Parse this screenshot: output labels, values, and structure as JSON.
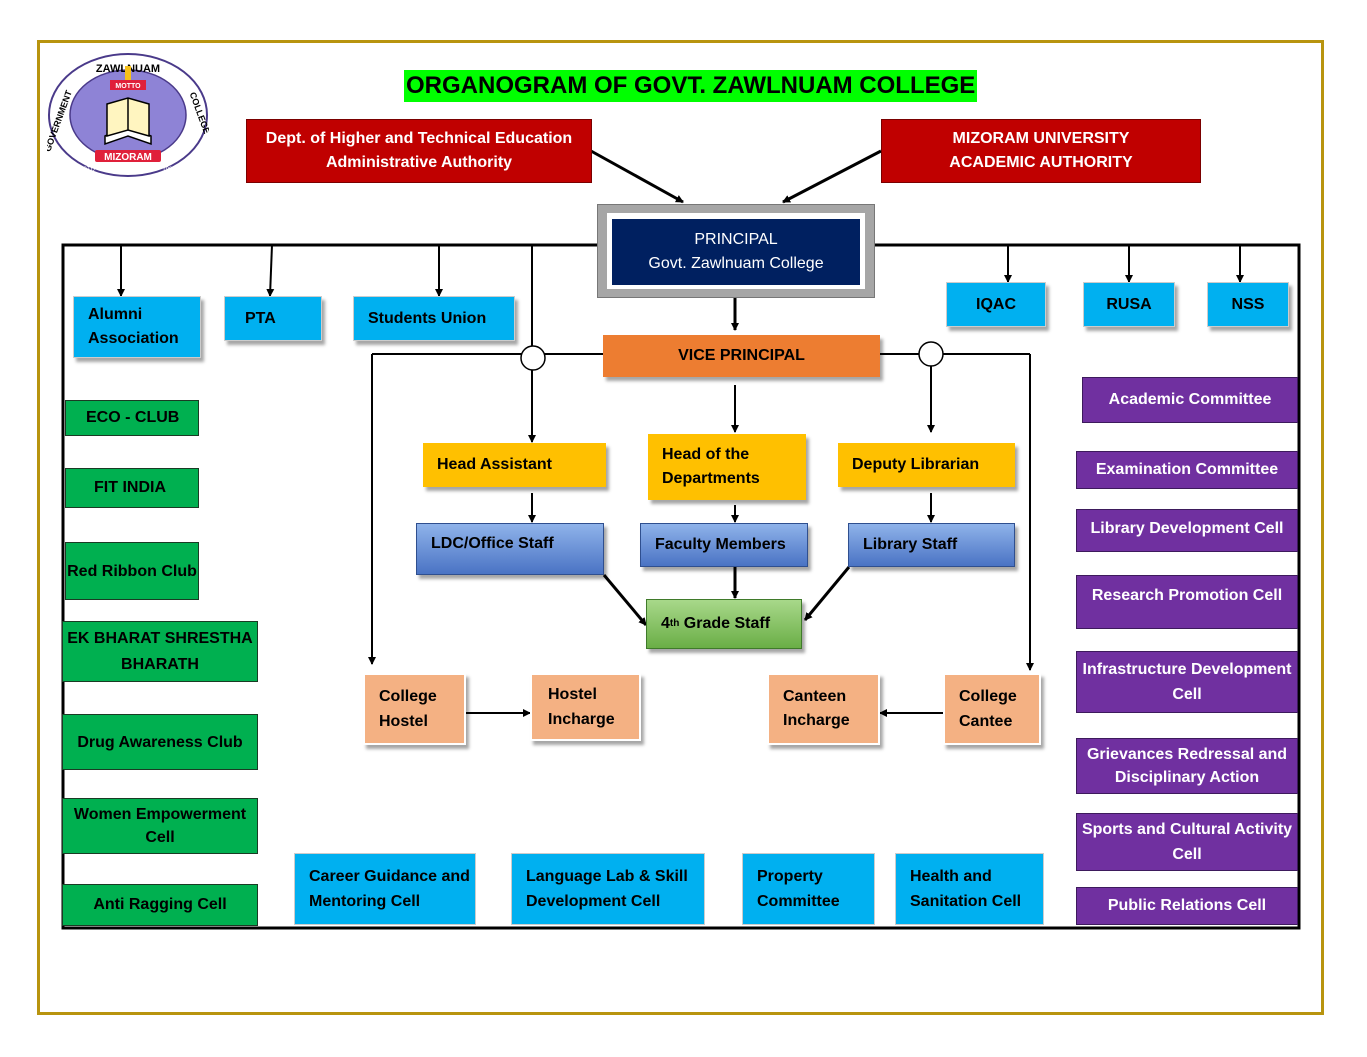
{
  "title": "ORGANOGRAM OF GOVT. ZAWLNUAM COLLEGE",
  "logo": {
    "top_text": "ZAWLNUAM",
    "left_text": "GOVERNMENT",
    "right_text": "COLLEGE",
    "motto": "MOTTO",
    "banner": "MIZORAM",
    "estd": "ESTD",
    "year": "1980"
  },
  "authorities": {
    "dept": {
      "line1": "Dept. of Higher and Technical Education",
      "line2": "Administrative Authority"
    },
    "university": {
      "line1": "MIZORAM UNIVERSITY",
      "line2": "ACADEMIC AUTHORITY"
    }
  },
  "principal": {
    "line1": "PRINCIPAL",
    "line2": "Govt. Zawlnuam College"
  },
  "vice_principal": "VICE PRINCIPAL",
  "top_units_left": [
    "Alumni Association",
    "PTA",
    "Students Union"
  ],
  "top_units_right": [
    "IQAC",
    "RUSA",
    "NSS"
  ],
  "middle": {
    "head_assistant": "Head Assistant",
    "hod": "Head of the Departments",
    "deputy_librarian": "Deputy Librarian",
    "ldc": "LDC/Office Staff",
    "faculty": "Faculty Members",
    "library_staff": "Library Staff",
    "fourth_grade_num": "4",
    "fourth_grade_sup": "th",
    "fourth_grade_rest": " Grade Staff"
  },
  "facilities": {
    "college_hostel": "College Hostel",
    "hostel_incharge": "Hostel Incharge",
    "canteen_incharge": "Canteen Incharge",
    "college_canteen": "College Cantee"
  },
  "left_clubs": [
    "ECO - CLUB",
    "FIT INDIA",
    "Red Ribbon Club",
    "EK BHARAT SHRESTHA BHARATH",
    "Drug Awareness Club",
    "Women Empowerment Cell",
    "Anti Ragging Cell"
  ],
  "right_committees": [
    "Academic Committee",
    "Examination Committee",
    "Library Development Cell",
    "Research Promotion Cell",
    "Infrastructure Development Cell",
    "Grievances Redressal and Disciplinary Action",
    "Sports and Cultural Activity Cell",
    "Public Relations Cell"
  ],
  "bottom_cells": [
    "Career Guidance and Mentoring Cell",
    "Language Lab & Skill Development Cell",
    "Property Committee",
    "Health and Sanitation Cell"
  ],
  "colors": {
    "red": "#c00000",
    "navy": "#002060",
    "cyan": "#00b0f0",
    "green": "#00b050",
    "purple": "#7030a0",
    "yellow": "#ffc000",
    "peach": "#f4b183",
    "orange": "#ed7d31",
    "title_bg": "#00ff00",
    "frame": "#b8940f"
  }
}
